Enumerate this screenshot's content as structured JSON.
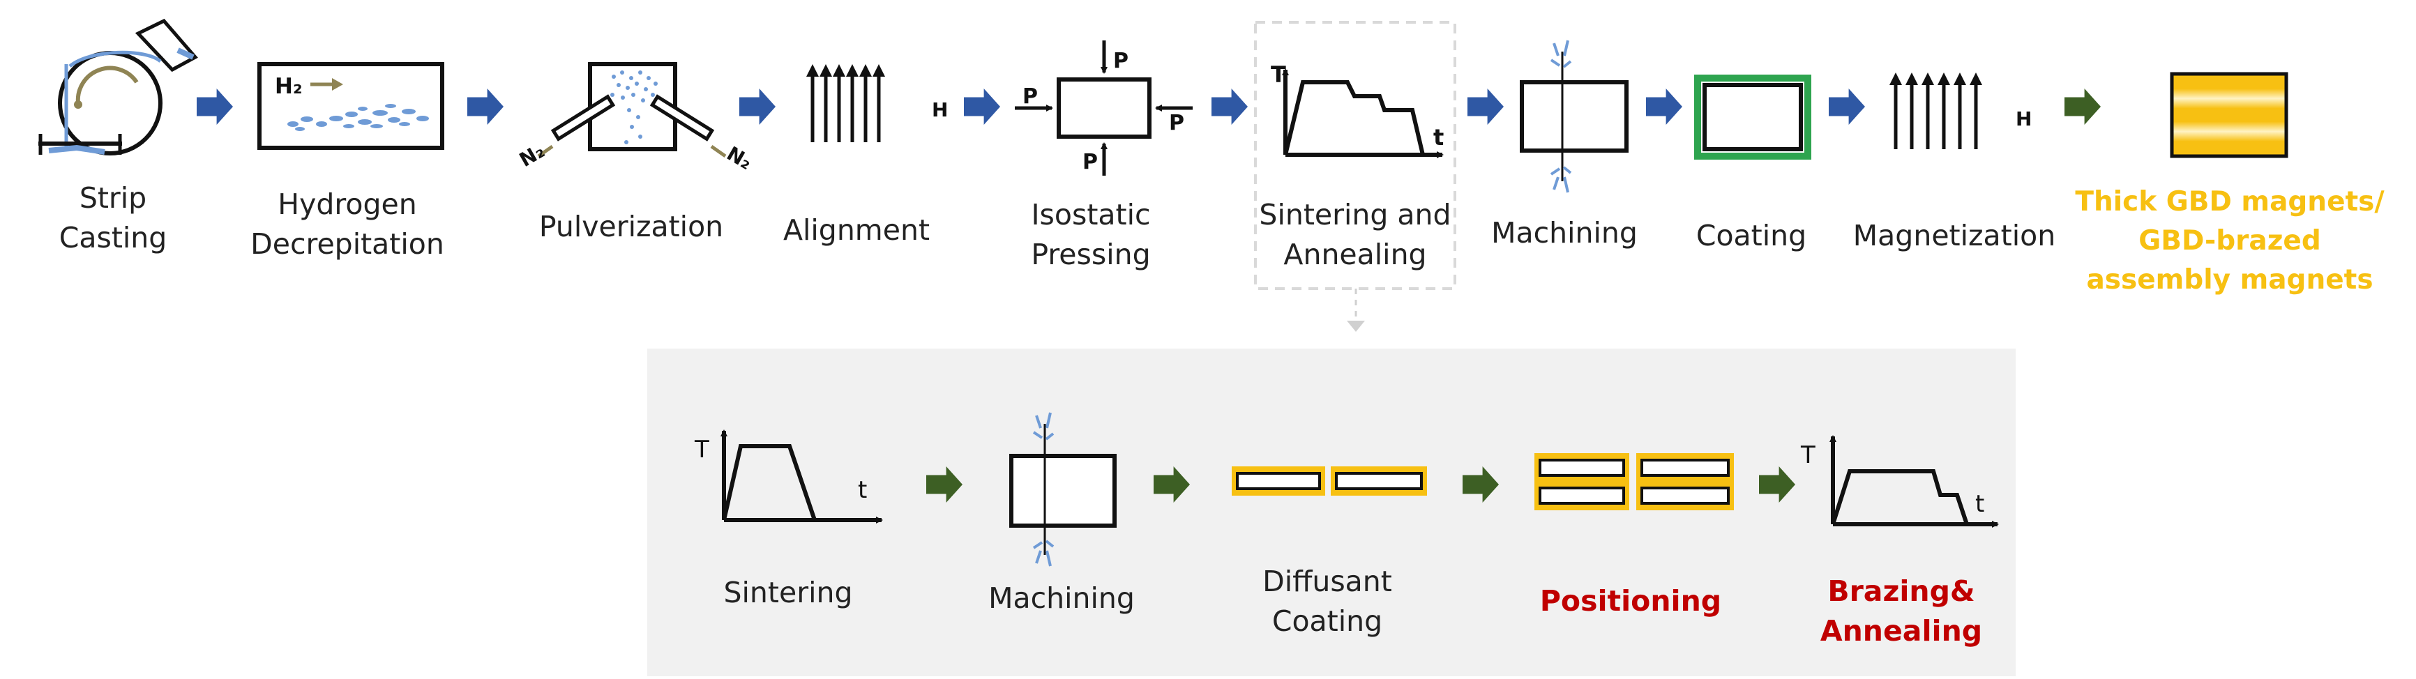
{
  "main_steps": [
    {
      "id": "strip-casting",
      "lines": [
        "Strip",
        "Casting"
      ]
    },
    {
      "id": "hydrogen-decrepitation",
      "lines": [
        "Hydrogen",
        "Decrepitation"
      ]
    },
    {
      "id": "pulverization",
      "lines": [
        "Pulverization"
      ]
    },
    {
      "id": "alignment",
      "lines": [
        "Alignment"
      ]
    },
    {
      "id": "isostatic-pressing",
      "lines": [
        "Isostatic",
        "Pressing"
      ]
    },
    {
      "id": "sintering-annealing",
      "lines": [
        "Sintering and",
        "Annealing"
      ]
    },
    {
      "id": "machining",
      "lines": [
        "Machining"
      ]
    },
    {
      "id": "coating",
      "lines": [
        "Coating"
      ]
    },
    {
      "id": "magnetization",
      "lines": [
        "Magnetization"
      ]
    },
    {
      "id": "thick-gbd-magnets",
      "lines": [
        "Thick GBD magnets/",
        "GBD-brazed",
        "assembly magnets"
      ]
    }
  ],
  "sub_steps": [
    {
      "id": "sintering",
      "lines": [
        "Sintering"
      ]
    },
    {
      "id": "machining-2",
      "lines": [
        "Machining"
      ]
    },
    {
      "id": "diffusant-coating",
      "lines": [
        "Diffusant",
        "Coating"
      ]
    },
    {
      "id": "positioning",
      "lines": [
        "Positioning"
      ]
    },
    {
      "id": "brazing-annealing",
      "lines": [
        "Brazing&",
        "Annealing"
      ]
    }
  ],
  "icon_text": {
    "h2": "H₂",
    "n2": "N₂",
    "field": "H",
    "pressure": "P",
    "temperature": "T",
    "time": "t"
  },
  "colors": {
    "flow_arrow": "#2f58a4",
    "sub_flow_arrow": "#3d5f24",
    "powder": "#6f9bd6",
    "yellow_accent": "#f7c012",
    "red_accent": "#c00000",
    "coating_green": "#2ea44f",
    "sub_panel": "#f1f1f1"
  }
}
